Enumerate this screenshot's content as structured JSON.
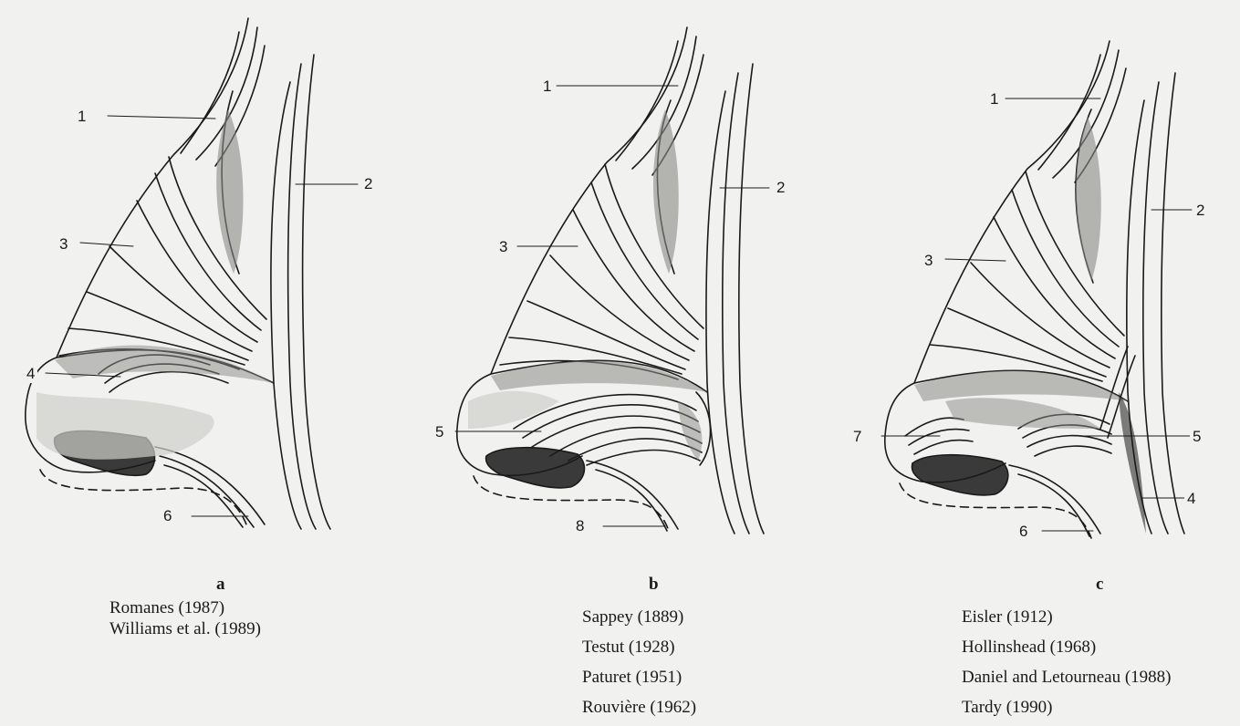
{
  "panels": [
    {
      "letter": "a",
      "labels": [
        "1",
        "2",
        "3",
        "4",
        "6"
      ],
      "references": [
        "Romanes (1987)",
        "Williams et al. (1989)"
      ]
    },
    {
      "letter": "b",
      "labels": [
        "1",
        "2",
        "3",
        "5",
        "8"
      ],
      "references": [
        "Sappey (1889)",
        "Testut (1928)",
        "Paturet (1951)",
        "Rouvière (1962)"
      ]
    },
    {
      "letter": "c",
      "labels": [
        "1",
        "2",
        "3",
        "7",
        "5",
        "4",
        "6"
      ],
      "references": [
        "Eisler (1912)",
        "Hollinshead (1968)",
        "Daniel and Letourneau (1988)",
        "Tardy (1990)"
      ]
    }
  ],
  "colors": {
    "background": "#f1f1ef",
    "ink": "#1a1a1a",
    "shadow": "#8a8a86",
    "skin": "#cfcfca"
  }
}
